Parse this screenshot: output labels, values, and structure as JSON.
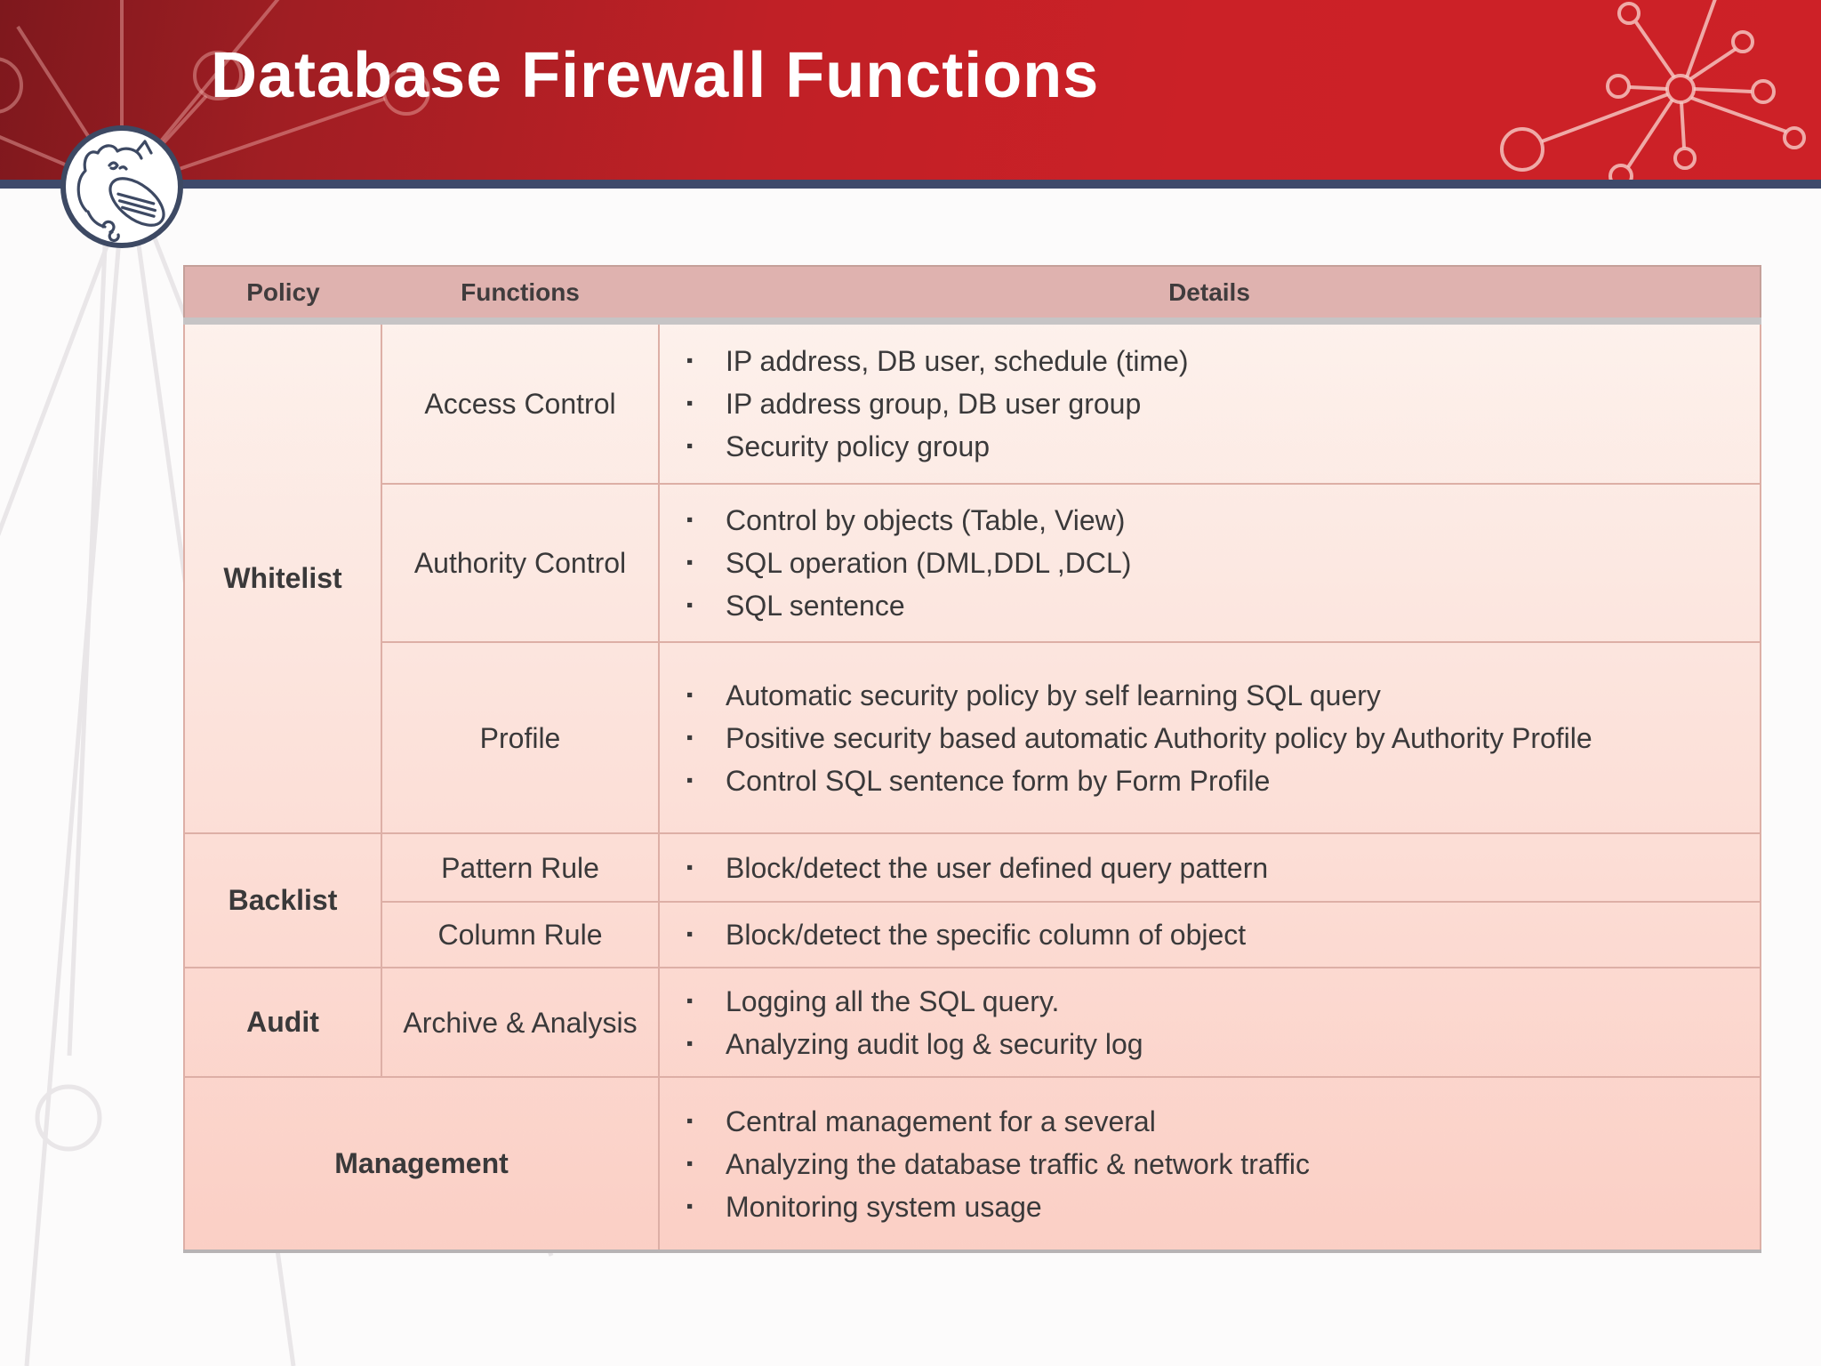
{
  "slide": {
    "title": "Database Firewall Functions"
  },
  "table": {
    "bullet_char": "▪",
    "columns": {
      "policy": "Policy",
      "functions": "Functions",
      "details": "Details"
    },
    "rows": [
      {
        "policy": "Whitelist",
        "function": "Access Control",
        "details": [
          "IP address, DB user, schedule (time)",
          "IP address group, DB user group",
          "Security policy group"
        ]
      },
      {
        "function": "Authority Control",
        "details": [
          "Control by objects (Table, View)",
          "SQL operation (DML,DDL ,DCL)",
          "SQL sentence"
        ]
      },
      {
        "function": "Profile",
        "details": [
          "Automatic security policy by self learning SQL query",
          "Positive security based automatic Authority policy by Authority Profile",
          "Control SQL sentence form by Form Profile"
        ]
      },
      {
        "policy": "Backlist",
        "function": "Pattern Rule",
        "details": [
          "Block/detect the user defined query pattern"
        ]
      },
      {
        "function": "Column Rule",
        "details": [
          "Block/detect the specific column of object"
        ]
      },
      {
        "policy": "Audit",
        "function": "Archive & Analysis",
        "details": [
          "Logging all the SQL query.",
          "Analyzing audit log & security log"
        ]
      },
      {
        "policy": "Management",
        "details": [
          "Central management for a several",
          "Analyzing the database traffic & network traffic",
          "Monitoring system usage"
        ]
      }
    ]
  },
  "colors": {
    "banner_red_dark": "#7e181d",
    "banner_red": "#cd2127",
    "navy_bar": "#3e4a6b",
    "table_header_bg": "#dfb2af",
    "table_gradient_top": "#fdf3ee",
    "table_gradient_bottom": "#fbcfc5",
    "text_dark": "#3a393a"
  }
}
